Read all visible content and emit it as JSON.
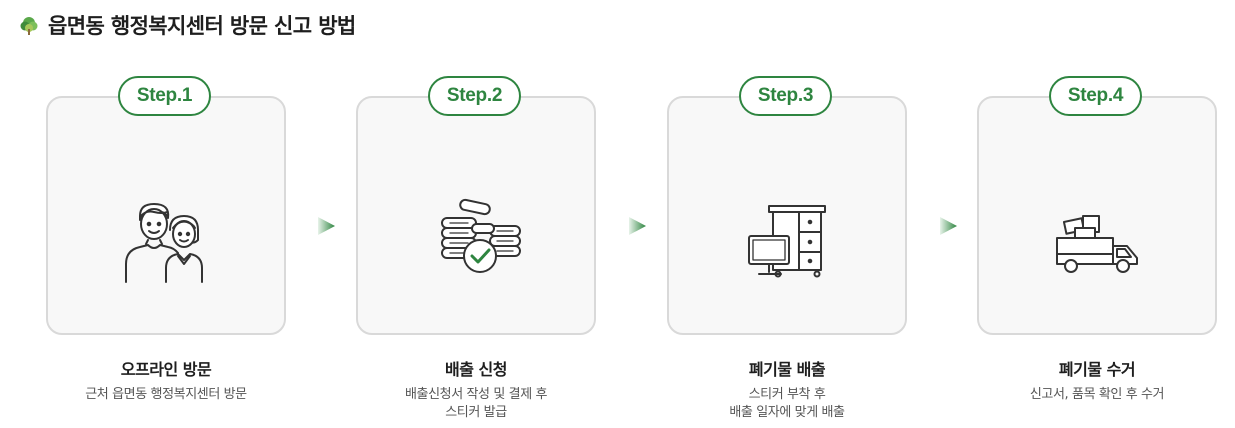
{
  "header": {
    "title": "읍면동 행정복지센터 방문 신고 방법",
    "icon": "tree-logo-icon"
  },
  "colors": {
    "accent": "#2e8540",
    "card_border": "#d9d9d9",
    "card_bg": "#f8f8f8"
  },
  "steps": [
    {
      "badge": "Step.1",
      "title": "오프라인 방문",
      "desc_lines": [
        "근처 읍면동 행정복지센터 방문"
      ],
      "icon": "people-icon"
    },
    {
      "badge": "Step.2",
      "title": "배출 신청",
      "desc_lines": [
        "배출신청서 작성 및 결제 후",
        "스티커 발급"
      ],
      "icon": "coins-check-icon"
    },
    {
      "badge": "Step.3",
      "title": "폐기물 배출",
      "desc_lines": [
        "스티커 부착 후",
        "배출 일자에 맞게 배출"
      ],
      "icon": "furniture-monitor-icon"
    },
    {
      "badge": "Step.4",
      "title": "폐기물 수거",
      "desc_lines": [
        "신고서, 품목 확인 후 수거"
      ],
      "icon": "truck-icon"
    }
  ]
}
